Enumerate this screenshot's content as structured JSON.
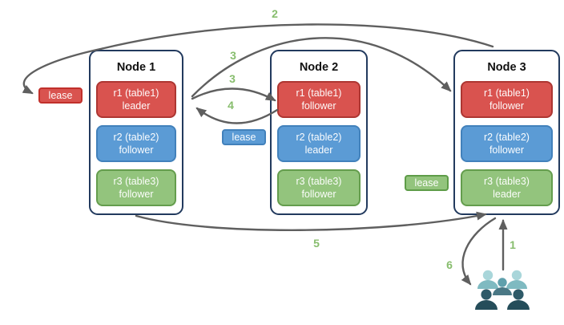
{
  "diagram": {
    "nodes": [
      {
        "title": "Node 1",
        "replicas": [
          {
            "name": "r1 (table1)",
            "role": "leader",
            "color": "red"
          },
          {
            "name": "r2 (table2)",
            "role": "follower",
            "color": "blue"
          },
          {
            "name": "r3 (table3)",
            "role": "follower",
            "color": "green"
          }
        ]
      },
      {
        "title": "Node 2",
        "replicas": [
          {
            "name": "r1 (table1)",
            "role": "follower",
            "color": "red"
          },
          {
            "name": "r2 (table2)",
            "role": "leader",
            "color": "blue"
          },
          {
            "name": "r3 (table3)",
            "role": "follower",
            "color": "green"
          }
        ]
      },
      {
        "title": "Node 3",
        "replicas": [
          {
            "name": "r1 (table1)",
            "role": "follower",
            "color": "red"
          },
          {
            "name": "r2 (table2)",
            "role": "follower",
            "color": "blue"
          },
          {
            "name": "r3 (table3)",
            "role": "leader",
            "color": "green"
          }
        ]
      }
    ],
    "leases": [
      {
        "label": "lease",
        "color": "#d9534f"
      },
      {
        "label": "lease",
        "color": "#5b9bd5"
      },
      {
        "label": "lease",
        "color": "#93c47d"
      }
    ],
    "steps": {
      "s1": "1",
      "s2": "2",
      "s3a": "3",
      "s3b": "3",
      "s4": "4",
      "s5": "5",
      "s6": "6"
    },
    "icons": {
      "users": "users-group-icon"
    },
    "colors": {
      "node_border": "#223a5e",
      "red_fill": "#d9534f",
      "red_stroke": "#ad3632",
      "blue_fill": "#5b9bd5",
      "blue_stroke": "#4281bb",
      "green_fill": "#93c47d",
      "green_stroke": "#649d4d",
      "arrow": "#5f5f5f",
      "step_label": "#87bd6d"
    }
  }
}
